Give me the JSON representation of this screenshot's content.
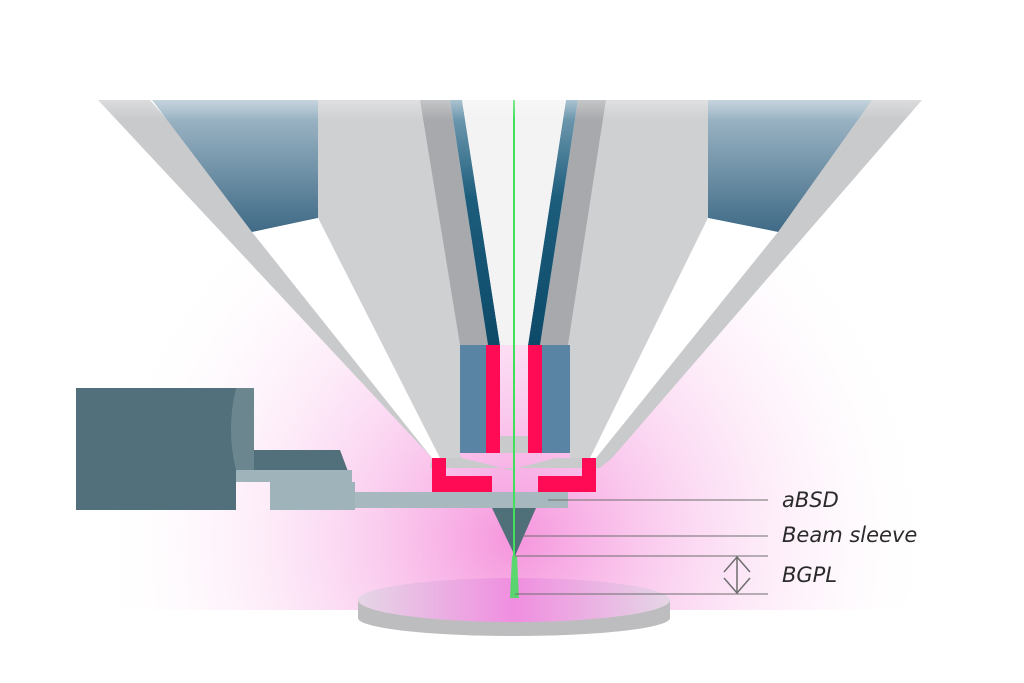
{
  "labels": {
    "absd": "aBSD",
    "beam_sleeve": "Beam sleeve",
    "bgpl": "BGPL"
  },
  "colors": {
    "pole_outer": "#d3d4d6",
    "pole_inner": "#c6c7c9",
    "coil_blue": "#4a7591",
    "liner_dark": "#0f4f6e",
    "electrode_blue": "#5a84a3",
    "electrode_red": "#ff0a54",
    "detector_slate": "#52707c",
    "detector_light": "#97aeb6",
    "beam_green": "#3fe05a",
    "plasma_pink": "#f58fdb",
    "stage_grey": "#d6d6d8",
    "leader_line": "#6e6e6e"
  }
}
